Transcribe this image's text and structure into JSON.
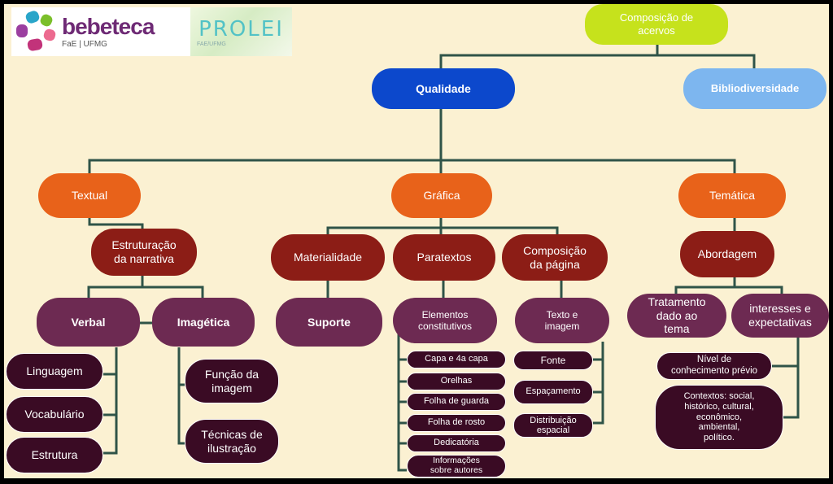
{
  "header": {
    "logo1_text": "bebeteca",
    "logo1_sub": "FaE | UFMG",
    "logo2_text": "PROLEI",
    "logo2_sub": "FAE/UFMG"
  },
  "nodes": {
    "composicao": "Composição de\nacervos",
    "qualidade": "Qualidade",
    "bibliodiversidade": "Bibliodiversidade",
    "textual": "Textual",
    "grafica": "Gráfica",
    "tematica": "Temática",
    "estruturacao": "Estruturação\nda narrativa",
    "materialidade": "Materialidade",
    "paratextos": "Paratextos",
    "composicao_pagina": "Composição\nda página",
    "abordagem": "Abordagem",
    "verbal": "Verbal",
    "imagetica": "Imagética",
    "suporte": "Suporte",
    "elementos": "Elementos\nconstitutivos",
    "texto_imagem": "Texto e\nimagem",
    "tratamento": "Tratamento\ndado ao\ntema",
    "interesses": "interesses e\nexpectativas",
    "linguagem": "Linguagem",
    "vocabulario": "Vocabulário",
    "estrutura": "Estrutura",
    "funcao_imagem": "Função da\nimagem",
    "tecnicas": "Técnicas de\nilustração",
    "capa": "Capa e 4a capa",
    "orelhas": "Orelhas",
    "folha_guarda": "Folha de guarda",
    "folha_rosto": "Folha de rosto",
    "dedicatoria": "Dedicatória",
    "informacoes": "Informações\nsobre autores",
    "fonte": "Fonte",
    "espacamento": "Espaçamento",
    "distribuicao": "Distribuição\nespacial",
    "nivel": "Nível de\nconhecimento prévio",
    "contextos": "Contextos: social,\nhistórico, cultural,\neconômico,\nambiental,\npolítico."
  },
  "colors": {
    "lime": "#c6e21c",
    "blue": "#0c48cc",
    "light_blue": "#7db6ef",
    "orange": "#e8621a",
    "dark_red": "#8c1d16",
    "purple": "#6d2a52",
    "dark_plum": "#3a0b24",
    "connector": "#2f5448",
    "background": "#fbf1d2"
  }
}
